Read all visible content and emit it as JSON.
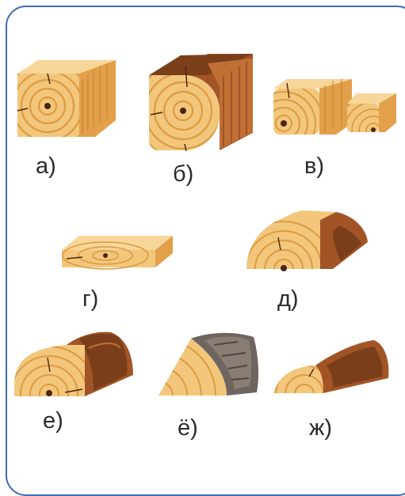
{
  "colors": {
    "border": "#3d6fb4",
    "wood_light": "#f2c77c",
    "wood_mid": "#e8a94f",
    "wood_ring": "#d88f30",
    "bark_dark": "#7a3f1a",
    "bark_mid": "#a2592a",
    "bark_grey": "#6f6560",
    "pith": "#4a2610"
  },
  "items": [
    {
      "label": "а)",
      "shape": "square-beam",
      "icon": "wooden-beam-icon"
    },
    {
      "label": "б)",
      "shape": "round-edged-beam",
      "icon": "edged-beam-icon"
    },
    {
      "label": "в)",
      "shape": "bar-pair",
      "icon": "wooden-bar-icon"
    },
    {
      "label": "г)",
      "shape": "plank",
      "icon": "plank-icon"
    },
    {
      "label": "д)",
      "shape": "slab",
      "icon": "slab-icon"
    },
    {
      "label": "е)",
      "shape": "half-log",
      "icon": "half-log-icon"
    },
    {
      "label": "ё)",
      "shape": "quarter-log",
      "icon": "quarter-log-icon"
    },
    {
      "label": "ж)",
      "shape": "flat-slab",
      "icon": "flat-slab-icon"
    }
  ]
}
